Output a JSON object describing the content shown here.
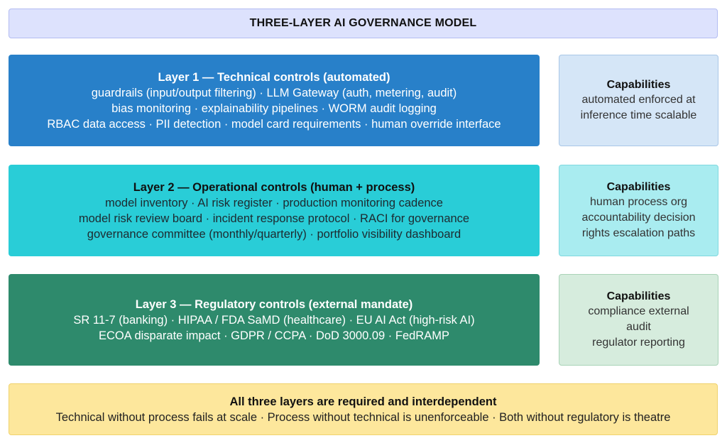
{
  "title": "THREE-LAYER AI GOVERNANCE MODEL",
  "layers": [
    {
      "heading": "Layer 1 — Technical controls (automated)",
      "lines": [
        "guardrails (input/output filtering) · LLM Gateway (auth, metering, audit)",
        "bias monitoring · explainability pipelines · WORM audit logging",
        "RBAC data access · PII detection · model card requirements · human override interface"
      ],
      "color": "#2880c9"
    },
    {
      "heading": "Layer 2 — Operational controls (human + process)",
      "lines": [
        "model inventory · AI risk register · production monitoring cadence",
        "model risk review board · incident response protocol · RACI for governance",
        "governance committee (monthly/quarterly) · portfolio visibility dashboard"
      ],
      "color": "#29cdd7"
    },
    {
      "heading": "Layer 3 — Regulatory controls (external mandate)",
      "lines": [
        "SR 11-7 (banking) · HIPAA / FDA SaMD (healthcare) · EU AI Act (high-risk AI)",
        "ECOA disparate impact · GDPR / CCPA · DoD 3000.09 · FedRAMP"
      ],
      "color": "#2e8a6c"
    }
  ],
  "capabilities": [
    {
      "heading": "Capabilities",
      "lines": [
        "automated enforced at",
        "inference time scalable"
      ]
    },
    {
      "heading": "Capabilities",
      "lines": [
        "human process org",
        "accountability decision",
        "rights escalation paths"
      ]
    },
    {
      "heading": "Capabilities",
      "lines": [
        "compliance external",
        "audit",
        "regulator reporting"
      ]
    }
  ],
  "footer": {
    "heading": "All three layers are required and interdependent",
    "text": "Technical without process fails at scale · Process without technical is unenforceable · Both without regulatory is theatre"
  }
}
